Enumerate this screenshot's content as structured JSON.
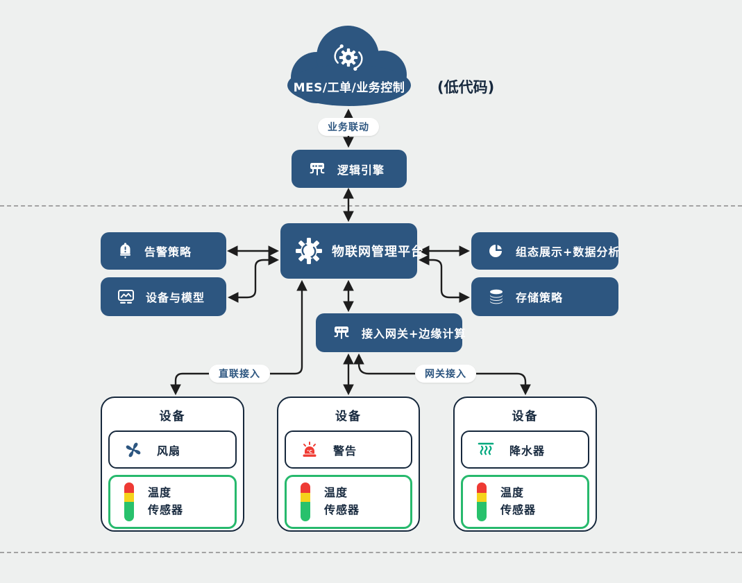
{
  "colors": {
    "node_fill": "#2d5680",
    "background": "#eef0ef",
    "navy_text": "#17293e",
    "sensor_border": "#27b96d",
    "bar_red": "#ee3a34",
    "bar_yellow": "#f5d31c",
    "bar_green": "#28c16c",
    "fan_blue": "#2d5680",
    "siren_red": "#ef3b33",
    "sprinkler_teal": "#00a87e",
    "wire": "#1d1d1d"
  },
  "cloud": {
    "label": "MES/工单/业务控制",
    "icon": "automation-gear-icon",
    "side_note": "(低代码)"
  },
  "pills": {
    "business_link": "业务联动",
    "direct_access": "直联接入",
    "gateway_access": "网关接入"
  },
  "nodes": {
    "logic_engine": {
      "label": "逻辑引擎",
      "icon": "gateway-icon"
    },
    "platform": {
      "label": "物联网管理平台",
      "icon": "iot-gear-icon"
    },
    "alert_policy": {
      "label": "告警策略",
      "icon": "alarm-bell-icon"
    },
    "device_model": {
      "label": "设备与模型",
      "icon": "device-model-icon"
    },
    "scada": {
      "label": "组态展示+数据分析",
      "icon": "pie-chart-icon"
    },
    "storage": {
      "label": "存储策略",
      "icon": "database-icon"
    },
    "gateway": {
      "label": "接入网关+边缘计算",
      "icon": "gateway-icon"
    }
  },
  "devices": [
    {
      "title": "设备",
      "component": {
        "label": "风扇",
        "icon": "fan-icon"
      },
      "sensor": {
        "line1": "温度",
        "line2": "传感器",
        "icon": "stack-light-icon"
      }
    },
    {
      "title": "设备",
      "component": {
        "label": "警告",
        "icon": "alarm-siren-icon"
      },
      "sensor": {
        "line1": "温度",
        "line2": "传感器",
        "icon": "stack-light-icon"
      }
    },
    {
      "title": "设备",
      "component": {
        "label": "降水器",
        "icon": "sprinkler-icon"
      },
      "sensor": {
        "line1": "温度",
        "line2": "传感器",
        "icon": "stack-light-icon"
      }
    }
  ]
}
